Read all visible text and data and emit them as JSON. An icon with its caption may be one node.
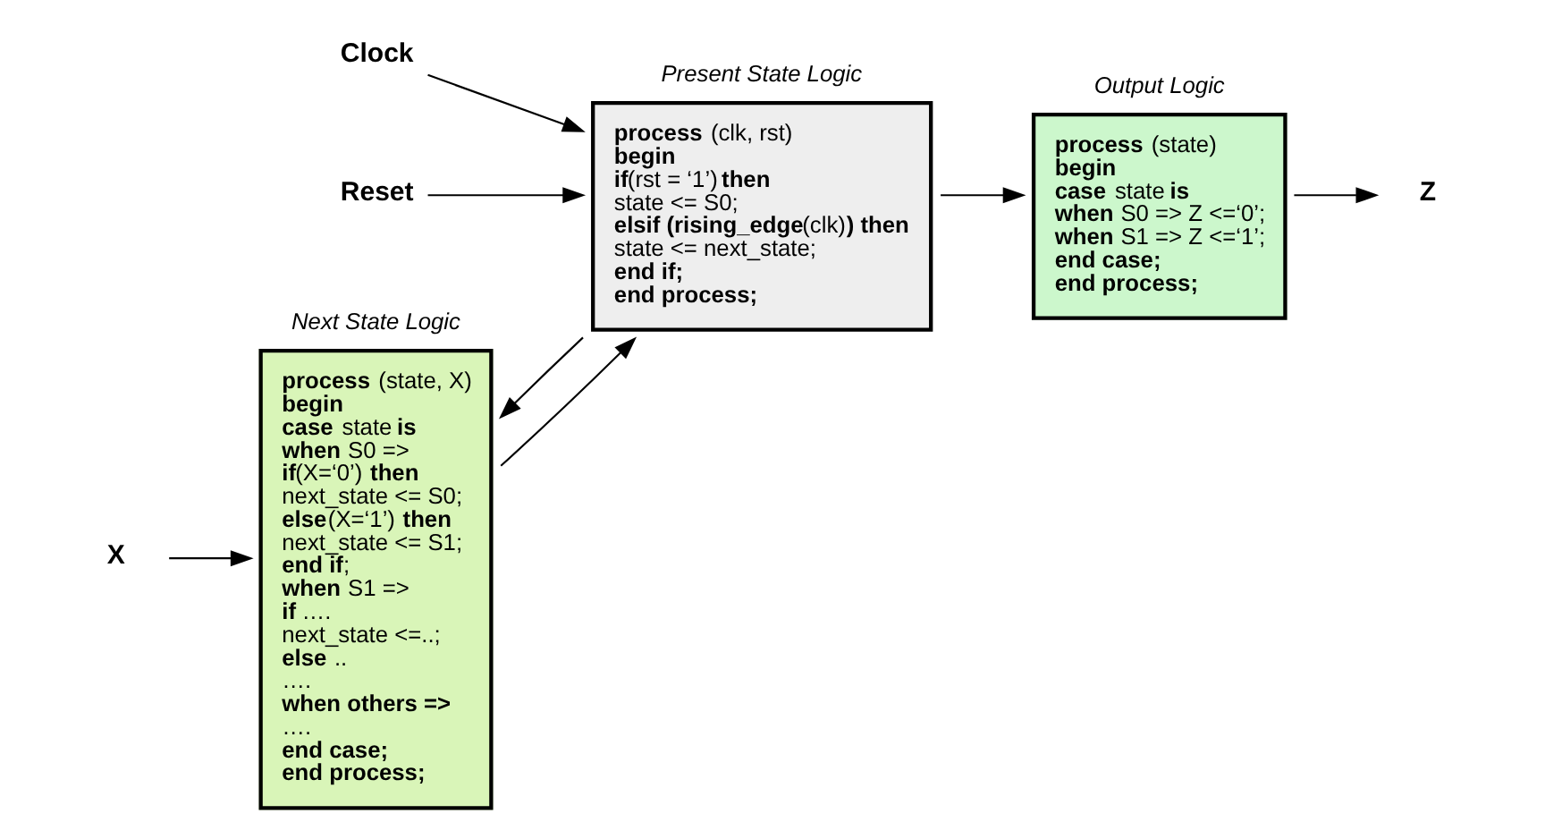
{
  "diagram": {
    "nodes": [
      {
        "text": [
          "Next State Logic",
          "**process** (state, X)",
          "**begin**",
          "**case** state **is**",
          "**when** S0 =>",
          "**if**(X=‘0’) **then**",
          "next_state <= S0;",
          "**else**(X=‘1’) **then**",
          "next_state <= S1;",
          "**end if**;",
          "**when** S1 =>",
          "**if** ….",
          "next_state <=..;",
          "**else** ..",
          "….",
          "**when others =>**",
          "….",
          "**end case;**",
          "**end process;**"
        ]
      },
      {
        "text": [
          "Present State Logic",
          "**process** (clk, rst)",
          "**begin**",
          "**if**(rst = ‘1’) **then**",
          "state <= S0;",
          "**elsif (rising_edge**(clk)**) then**",
          "state <= next_state;",
          "**end if;**",
          "**end process;**"
        ]
      },
      {
        "text": [
          "Output Logic",
          "**process** (state)",
          "**begin**",
          "**case** state **is**",
          "**when** S0 => Z <=‘0’;",
          "**when** S1 => Z <=‘1’;",
          "**end case;**",
          "**end process;**"
        ]
      },
      {
        "text": [
          "X"
        ]
      },
      {
        "text": [
          "Z"
        ]
      },
      {
        "text": [
          "Clock"
        ]
      },
      {
        "text": [
          "Reset"
        ]
      }
    ],
    "edges": [
      {
        "from": 3,
        "to": 0,
        "arrow": "to"
      },
      {
        "from": 0,
        "to": 1,
        "arrow": "to"
      },
      {
        "from": 1,
        "to": 2,
        "arrow": "to"
      },
      {
        "from": 2,
        "to": 4,
        "arrow": "to"
      },
      {
        "from": 1,
        "to": 0,
        "arrow": "to"
      },
      {
        "from": 5,
        "to": 1,
        "arrow": "to"
      },
      {
        "from": 6,
        "to": 1,
        "arrow": "to"
      }
    ]
  }
}
